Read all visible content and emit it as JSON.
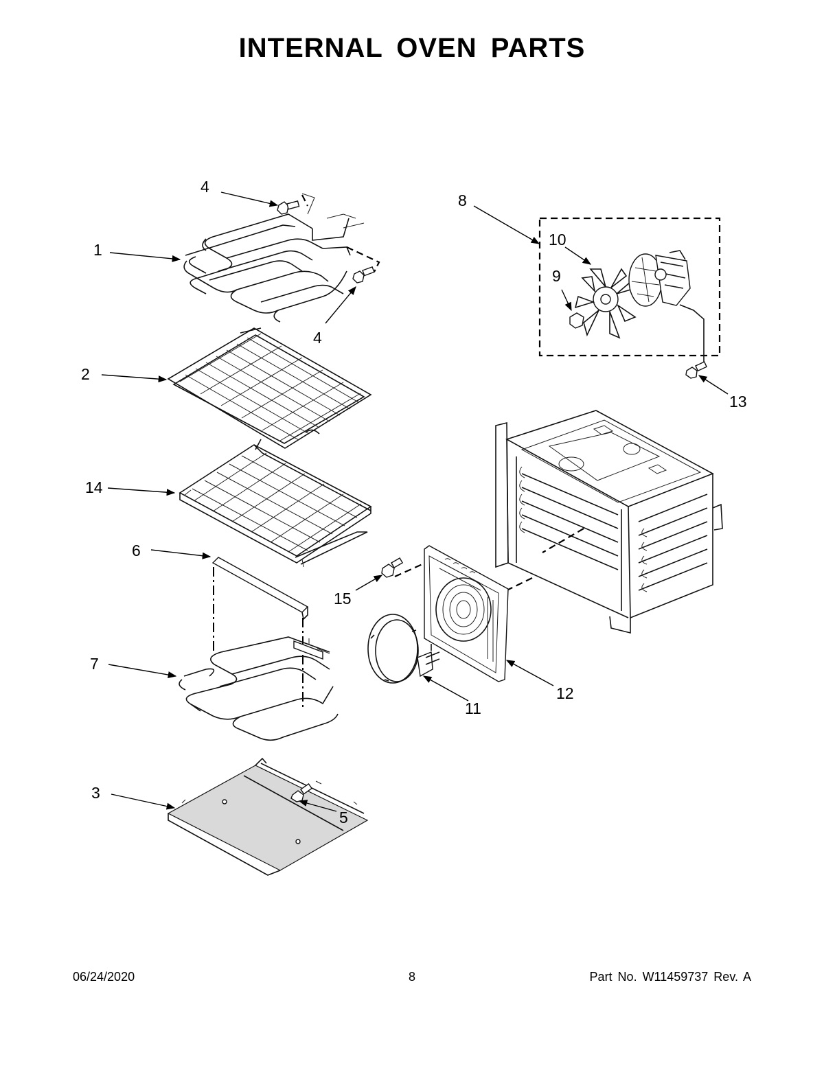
{
  "title": "INTERNAL OVEN PARTS",
  "callouts": {
    "c1": "1",
    "c2": "2",
    "c3": "3",
    "c4a": "4",
    "c4b": "4",
    "c5": "5",
    "c6": "6",
    "c7": "7",
    "c8": "8",
    "c9": "9",
    "c10": "10",
    "c11": "11",
    "c12": "12",
    "c13": "13",
    "c14": "14",
    "c15": "15"
  },
  "footer": {
    "date": "06/24/2020",
    "page": "8",
    "part_no": "Part No.  W11459737  Rev.  A"
  }
}
